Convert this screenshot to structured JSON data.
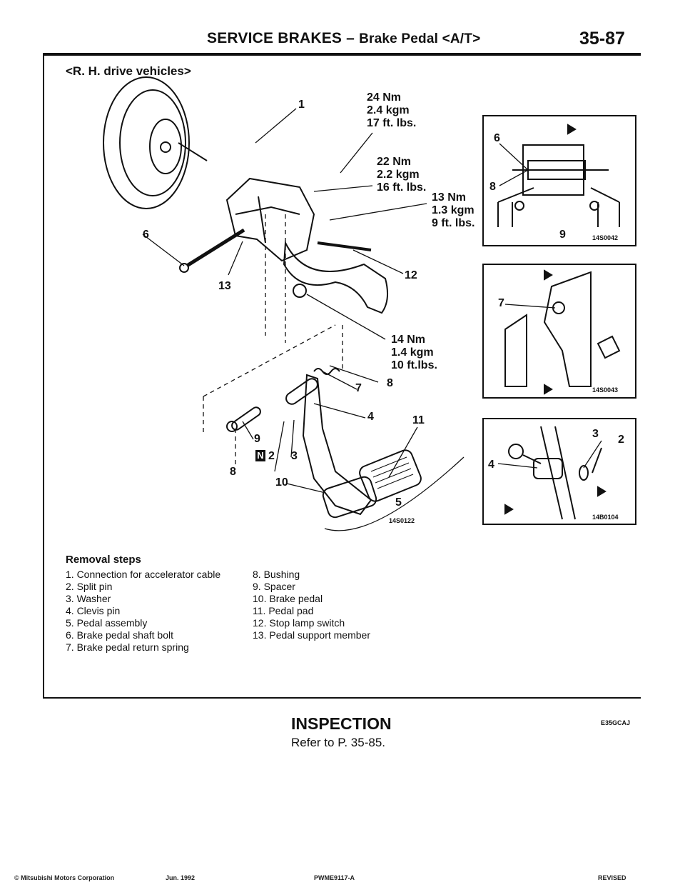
{
  "header": {
    "section": "SERVICE BRAKES",
    "dash": "–",
    "subsection": "Brake Pedal <A/T>",
    "page_number": "35-87"
  },
  "subtitle": "<R. H. drive vehicles>",
  "main_figure": {
    "callouts": {
      "n1": "1",
      "n6": "6",
      "n13": "13",
      "n12": "12",
      "n7": "7",
      "n8a": "8",
      "n4": "4",
      "n11": "11",
      "n9": "9",
      "n2": "2",
      "n3": "3",
      "n8b": "8",
      "n10": "10",
      "n5": "5"
    },
    "torque_24": [
      "24 Nm",
      "2.4 kgm",
      "17 ft. lbs."
    ],
    "torque_22": [
      "22 Nm",
      "2.2 kgm",
      "16 ft. lbs."
    ],
    "torque_13": [
      "13 Nm",
      "1.3 kgm",
      "9 ft. lbs."
    ],
    "torque_14": [
      "14 Nm",
      "1.4 kgm",
      "10 ft.lbs."
    ],
    "n_symbol": "N",
    "figure_code": "14S0122"
  },
  "detail_figures": [
    {
      "labels": [
        "6",
        "8",
        "9"
      ],
      "code": "14S0042"
    },
    {
      "labels": [
        "7"
      ],
      "code": "14S0043"
    },
    {
      "labels": [
        "3",
        "2",
        "4"
      ],
      "code": "14B0104"
    }
  ],
  "removal": {
    "heading": "Removal steps",
    "left": [
      "1. Connection for accelerator cable",
      "2. Split pin",
      "3. Washer",
      "4. Clevis pin",
      "5. Pedal assembly",
      "6. Brake pedal shaft bolt",
      "7. Brake pedal return spring"
    ],
    "right": [
      "8. Bushing",
      "9. Spacer",
      "10. Brake pedal",
      "11. Pedal pad",
      "12. Stop lamp switch",
      "13. Pedal support member"
    ]
  },
  "inspection": {
    "heading": "INSPECTION",
    "code": "E35GCAJ",
    "text": "Refer to P. 35-85."
  },
  "footer": {
    "left": "© Mitsubishi Motors Corporation",
    "date": "Jun. 1992",
    "center": "PWME9117-A",
    "right": "REVISED"
  }
}
